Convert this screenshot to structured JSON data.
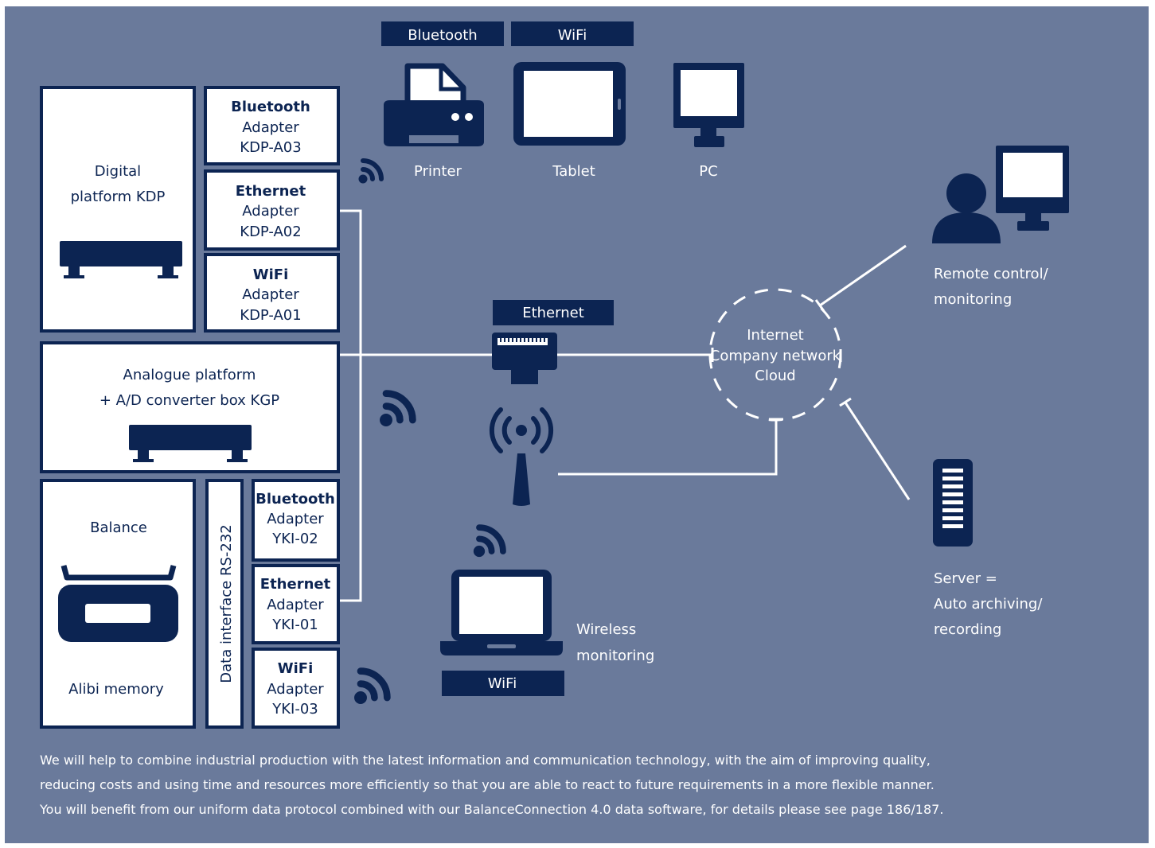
{
  "colors": {
    "background": "#6a7a9b",
    "navy": "#0c2452",
    "white": "#ffffff"
  },
  "tags": {
    "bluetooth": "Bluetooth",
    "wifi_top": "WiFi",
    "ethernet": "Ethernet",
    "wifi_bottom": "WiFi"
  },
  "devices": {
    "printer": "Printer",
    "tablet": "Tablet",
    "pc": "PC"
  },
  "kdp": {
    "title_line1": "Digital",
    "title_line2": "platform KDP",
    "adapters": [
      {
        "name": "Bluetooth",
        "type": "Adapter",
        "model": "KDP-A03"
      },
      {
        "name": "Ethernet",
        "type": "Adapter",
        "model": "KDP-A02"
      },
      {
        "name": "WiFi",
        "type": "Adapter",
        "model": "KDP-A01"
      }
    ]
  },
  "kgp": {
    "line1": "Analogue platform",
    "line2": "+ A/D converter box KGP"
  },
  "balance": {
    "title": "Balance",
    "memory": "Alibi memory",
    "interface": "Data interface RS-232",
    "adapters": [
      {
        "name": "Bluetooth",
        "type": "Adapter",
        "model": "YKI-02"
      },
      {
        "name": "Ethernet",
        "type": "Adapter",
        "model": "YKI-01"
      },
      {
        "name": "WiFi",
        "type": "Adapter",
        "model": "YKI-03"
      }
    ]
  },
  "network": {
    "line1": "Internet",
    "line2": "Company network",
    "line3": "Cloud"
  },
  "remote": {
    "line1": "Remote control/",
    "line2": "monitoring"
  },
  "server": {
    "line1": "Server =",
    "line2": "Auto archiving/",
    "line3": "recording"
  },
  "wireless": {
    "line1": "Wireless",
    "line2": "monitoring"
  },
  "footer": [
    "We will help to combine industrial production with the latest information and communication technology, with the aim of improving quality,",
    "reducing costs and using time and resources more efficiently so that you are able to react to future requirements in a more flexible manner.",
    "You will benefit from our uniform data protocol combined with our BalanceConnection 4.0 data software, for details please see page 186/187."
  ]
}
